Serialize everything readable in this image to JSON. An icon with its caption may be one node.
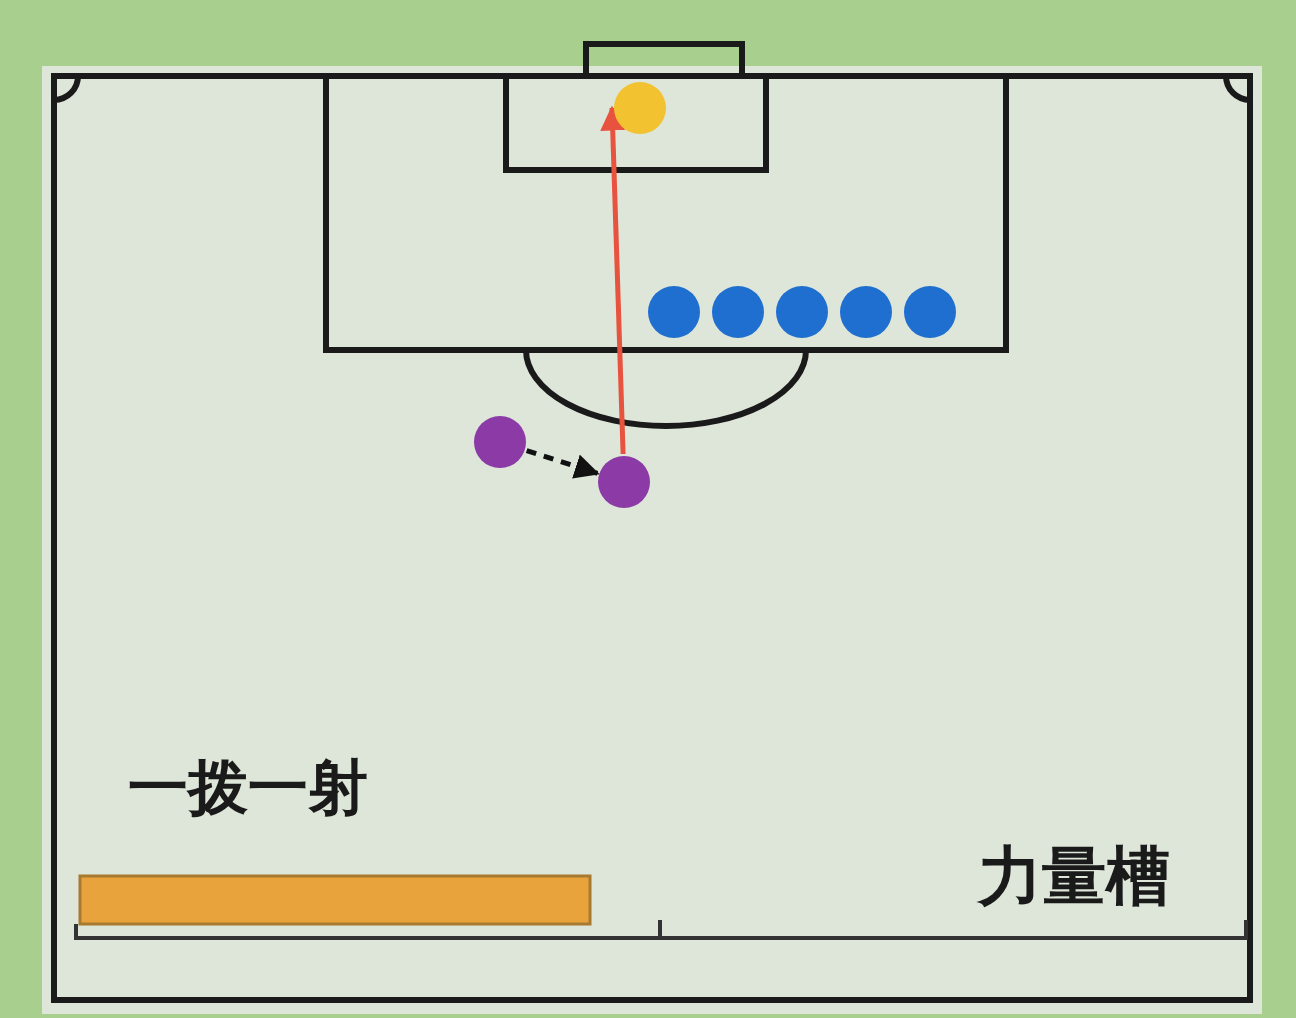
{
  "diagram": {
    "nodes": [
      {
        "text": [],
        "shape": "circle"
      },
      {
        "text": [],
        "shape": "circle"
      },
      {
        "text": [],
        "shape": "circle"
      },
      {
        "text": [],
        "shape": "circle"
      },
      {
        "text": [],
        "shape": "circle"
      },
      {
        "text": [],
        "shape": "circle"
      },
      {
        "text": [],
        "shape": "circle"
      },
      {
        "text": [],
        "shape": "circle"
      }
    ],
    "edges": [
      {
        "from": 6,
        "to": 7,
        "arrow": "to",
        "style": "dashed",
        "color": "#111111"
      },
      {
        "from": 7,
        "to": 0,
        "arrow": "to",
        "color": "#e8533f"
      }
    ],
    "labels": [
      "一拨一射",
      "力量槽"
    ]
  }
}
